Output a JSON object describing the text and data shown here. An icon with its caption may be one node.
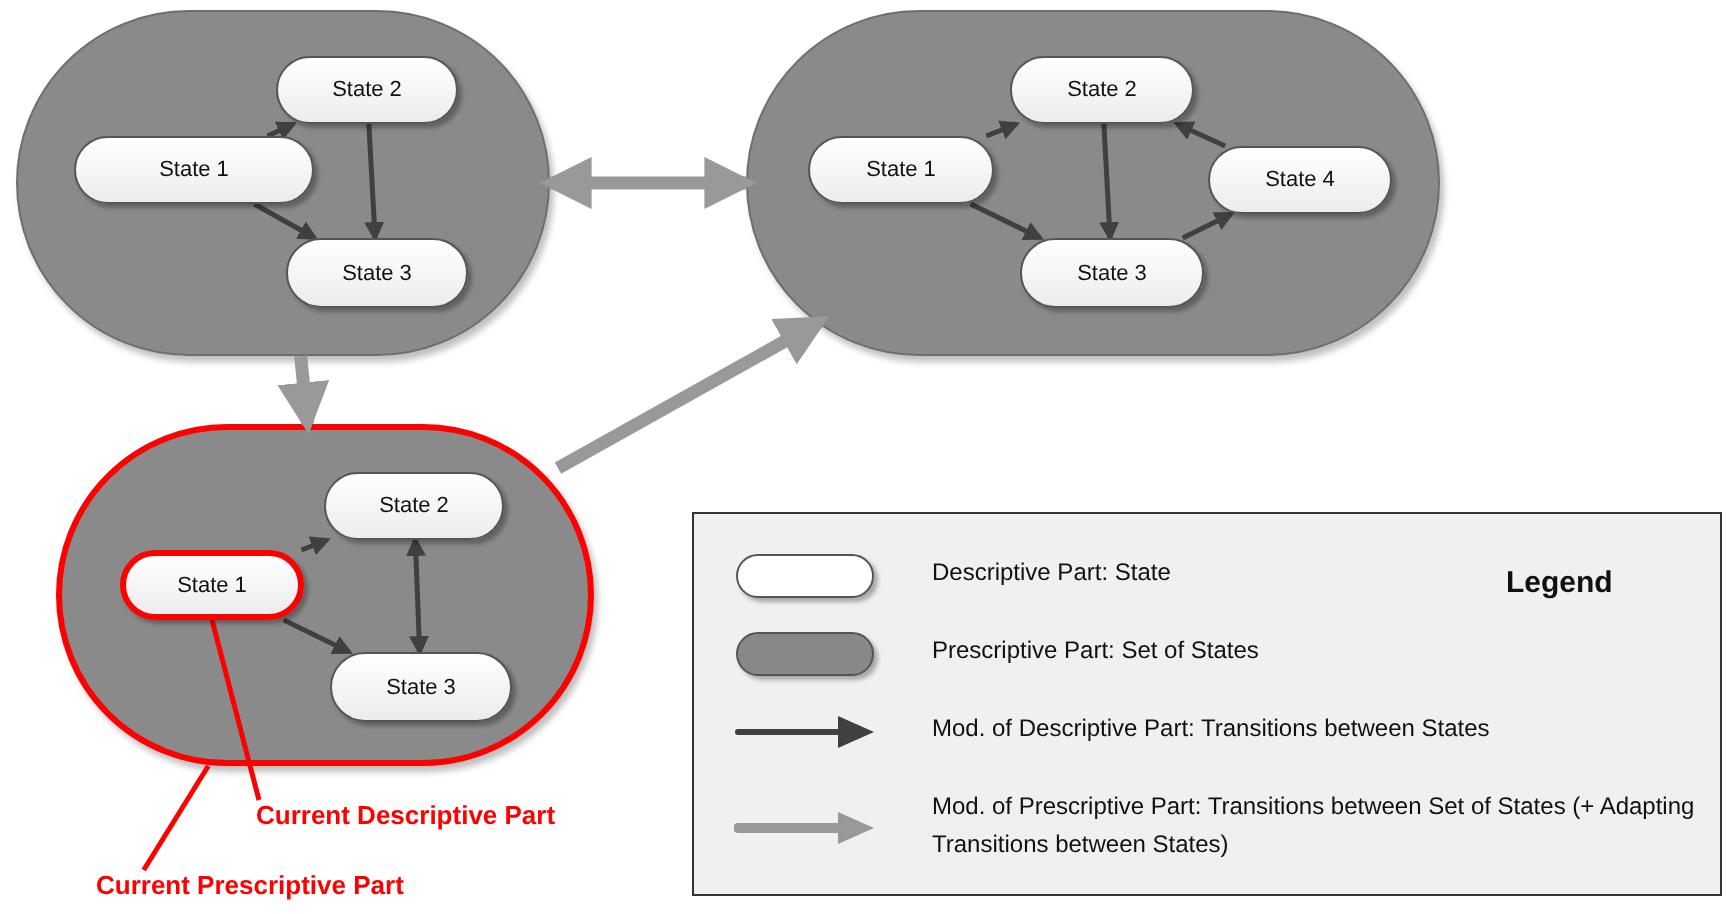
{
  "diagram": {
    "nodes": [
      {
        "text": [],
        "shape": "box"
      },
      {
        "text": [
          "State 1"
        ],
        "in": 0
      },
      {
        "text": [
          "State 2"
        ],
        "in": 0
      },
      {
        "text": [
          "State 3"
        ],
        "in": 0
      },
      {
        "text": [],
        "shape": "box"
      },
      {
        "text": [
          "State 1"
        ],
        "in": 4
      },
      {
        "text": [
          "State 2"
        ],
        "in": 4
      },
      {
        "text": [
          "State 3"
        ],
        "in": 4
      },
      {
        "text": [
          "State 4"
        ],
        "in": 4
      },
      {
        "text": [],
        "shape": "box"
      },
      {
        "text": [
          "State 1"
        ],
        "in": 9
      },
      {
        "text": [
          "State 2"
        ],
        "in": 9
      },
      {
        "text": [
          "State 3"
        ],
        "in": 9
      },
      {
        "text": [
          "Current Descriptive Part"
        ]
      },
      {
        "text": [
          "Current Prescriptive Part"
        ]
      }
    ],
    "edges": [
      {
        "from": 1,
        "to": 2,
        "arrow": "to"
      },
      {
        "from": 1,
        "to": 3,
        "arrow": "to"
      },
      {
        "from": 2,
        "to": 3,
        "arrow": "to"
      },
      {
        "from": 5,
        "to": 6,
        "arrow": "to"
      },
      {
        "from": 5,
        "to": 7,
        "arrow": "to"
      },
      {
        "from": 6,
        "to": 7,
        "arrow": "to"
      },
      {
        "from": 7,
        "to": 8,
        "arrow": "to"
      },
      {
        "from": 8,
        "to": 6,
        "arrow": "to"
      },
      {
        "from": 10,
        "to": 11,
        "arrow": "to"
      },
      {
        "from": 10,
        "to": 12,
        "arrow": "to"
      },
      {
        "from": 11,
        "to": 12,
        "arrow": "both"
      },
      {
        "from": 0,
        "to": 4,
        "arrow": "both",
        "style": "thick",
        "color": "#999999"
      },
      {
        "from": 0,
        "to": 9,
        "arrow": "to",
        "style": "thick",
        "color": "#999999"
      },
      {
        "from": 9,
        "to": 4,
        "arrow": "to",
        "style": "thick",
        "color": "#999999"
      },
      {
        "from": 13,
        "to": 10,
        "arrow": "none",
        "color": "#ff0000"
      },
      {
        "from": 14,
        "to": 9,
        "arrow": "none",
        "color": "#ff0000"
      }
    ],
    "labels": [
      "Legend"
    ],
    "legend": [
      {
        "text": "Descriptive Part: State",
        "color": "#ffffff"
      },
      {
        "text": "Prescriptive Part: Set of States",
        "color": "#888888"
      },
      {
        "text": "Mod. of Descriptive Part: Transitions between States"
      },
      {
        "text": "Mod. of Prescriptive Part: Transitions between Set of States (+ Adapting Transitions between States)"
      }
    ]
  }
}
